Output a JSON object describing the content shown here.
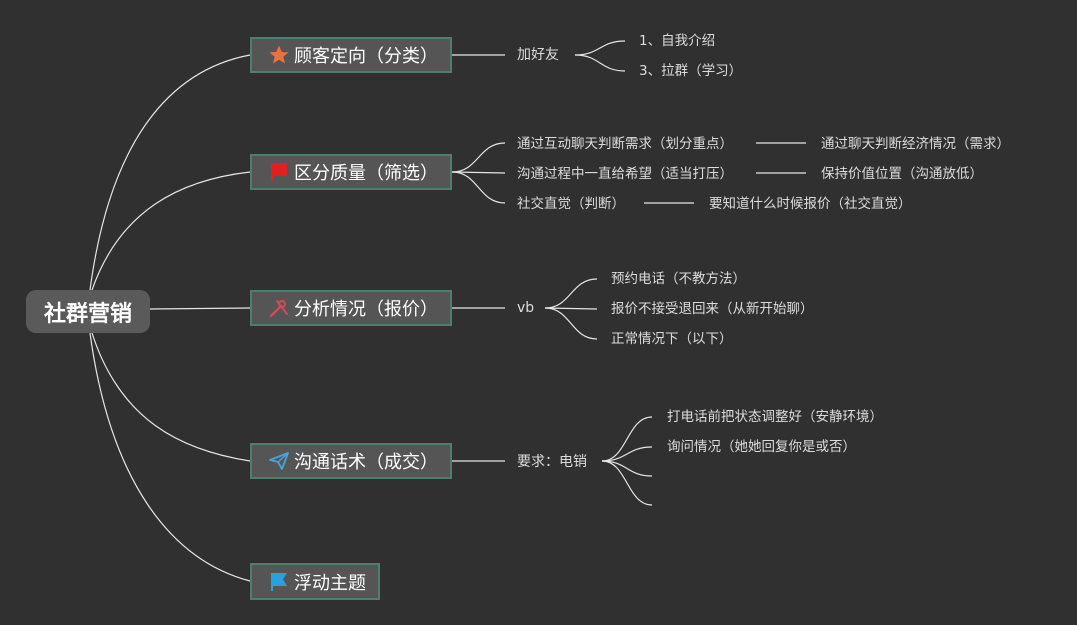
{
  "root": {
    "label": "社群营销"
  },
  "colors": {
    "background": "#303030",
    "node_fill": "#555555",
    "node_border": "#4f7d6e",
    "line": "#e6e6e6",
    "star": "#e8743b",
    "red_flag": "#e02020",
    "tool": "#d14a5a",
    "plane": "#4aa3d8",
    "blue_flag": "#2aa0e0"
  },
  "branches": [
    {
      "label": "顾客定向（分类）",
      "icon": "star-icon",
      "sub": "加好友",
      "items": [
        "1、自我介绍",
        "3、拉群（学习）"
      ]
    },
    {
      "label": "区分质量（筛选）",
      "icon": "red-flag-icon",
      "items": [
        {
          "text": "通过互动聊天判断需求（划分重点）",
          "child": "通过聊天判断经济情况（需求）"
        },
        {
          "text": "沟通过程中一直给希望（适当打压）",
          "child": "保持价值位置（沟通放低）"
        },
        {
          "text": "社交直觉（判断）",
          "child": "要知道什么时候报价（社交直觉）"
        }
      ]
    },
    {
      "label": "分析情况（报价）",
      "icon": "tools-icon",
      "sub": "vb",
      "items": [
        "预约电话（不教方法）",
        "报价不接受退回来（从新开始聊）",
        "正常情况下（以下）"
      ]
    },
    {
      "label": "沟通话术（成交）",
      "icon": "paper-plane-icon",
      "sub": "要求：电销",
      "items": [
        "打电话前把状态调整好（安静环境）",
        "询问情况（她她回复你是或否）",
        "",
        ""
      ]
    },
    {
      "label": "浮动主题",
      "icon": "blue-flag-icon"
    }
  ]
}
